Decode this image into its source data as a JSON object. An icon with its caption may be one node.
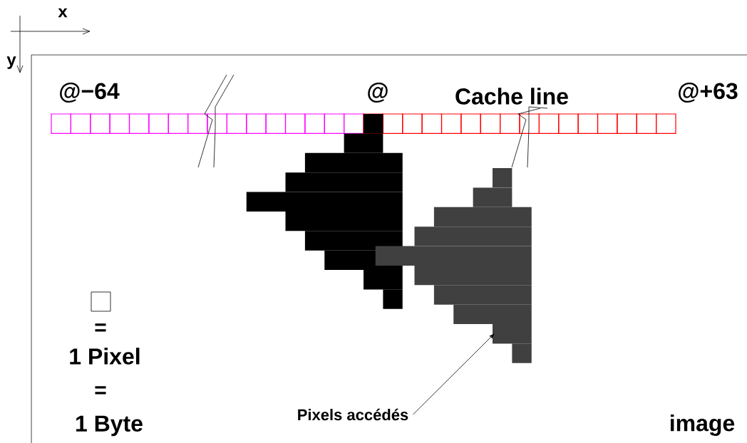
{
  "diagram": {
    "nodes": [
      {
        "text": [
          "Pixels accédés"
        ]
      },
      {
        "text": [],
        "shape": "picture"
      }
    ],
    "edges": [
      {
        "from": 0,
        "to": 1,
        "arrow": "to"
      }
    ],
    "labels": [
      "x",
      "y",
      "@−64",
      "@",
      "Cache line",
      "@+63",
      "=",
      "1 Pixel",
      "=",
      "1 Byte",
      "image"
    ]
  }
}
